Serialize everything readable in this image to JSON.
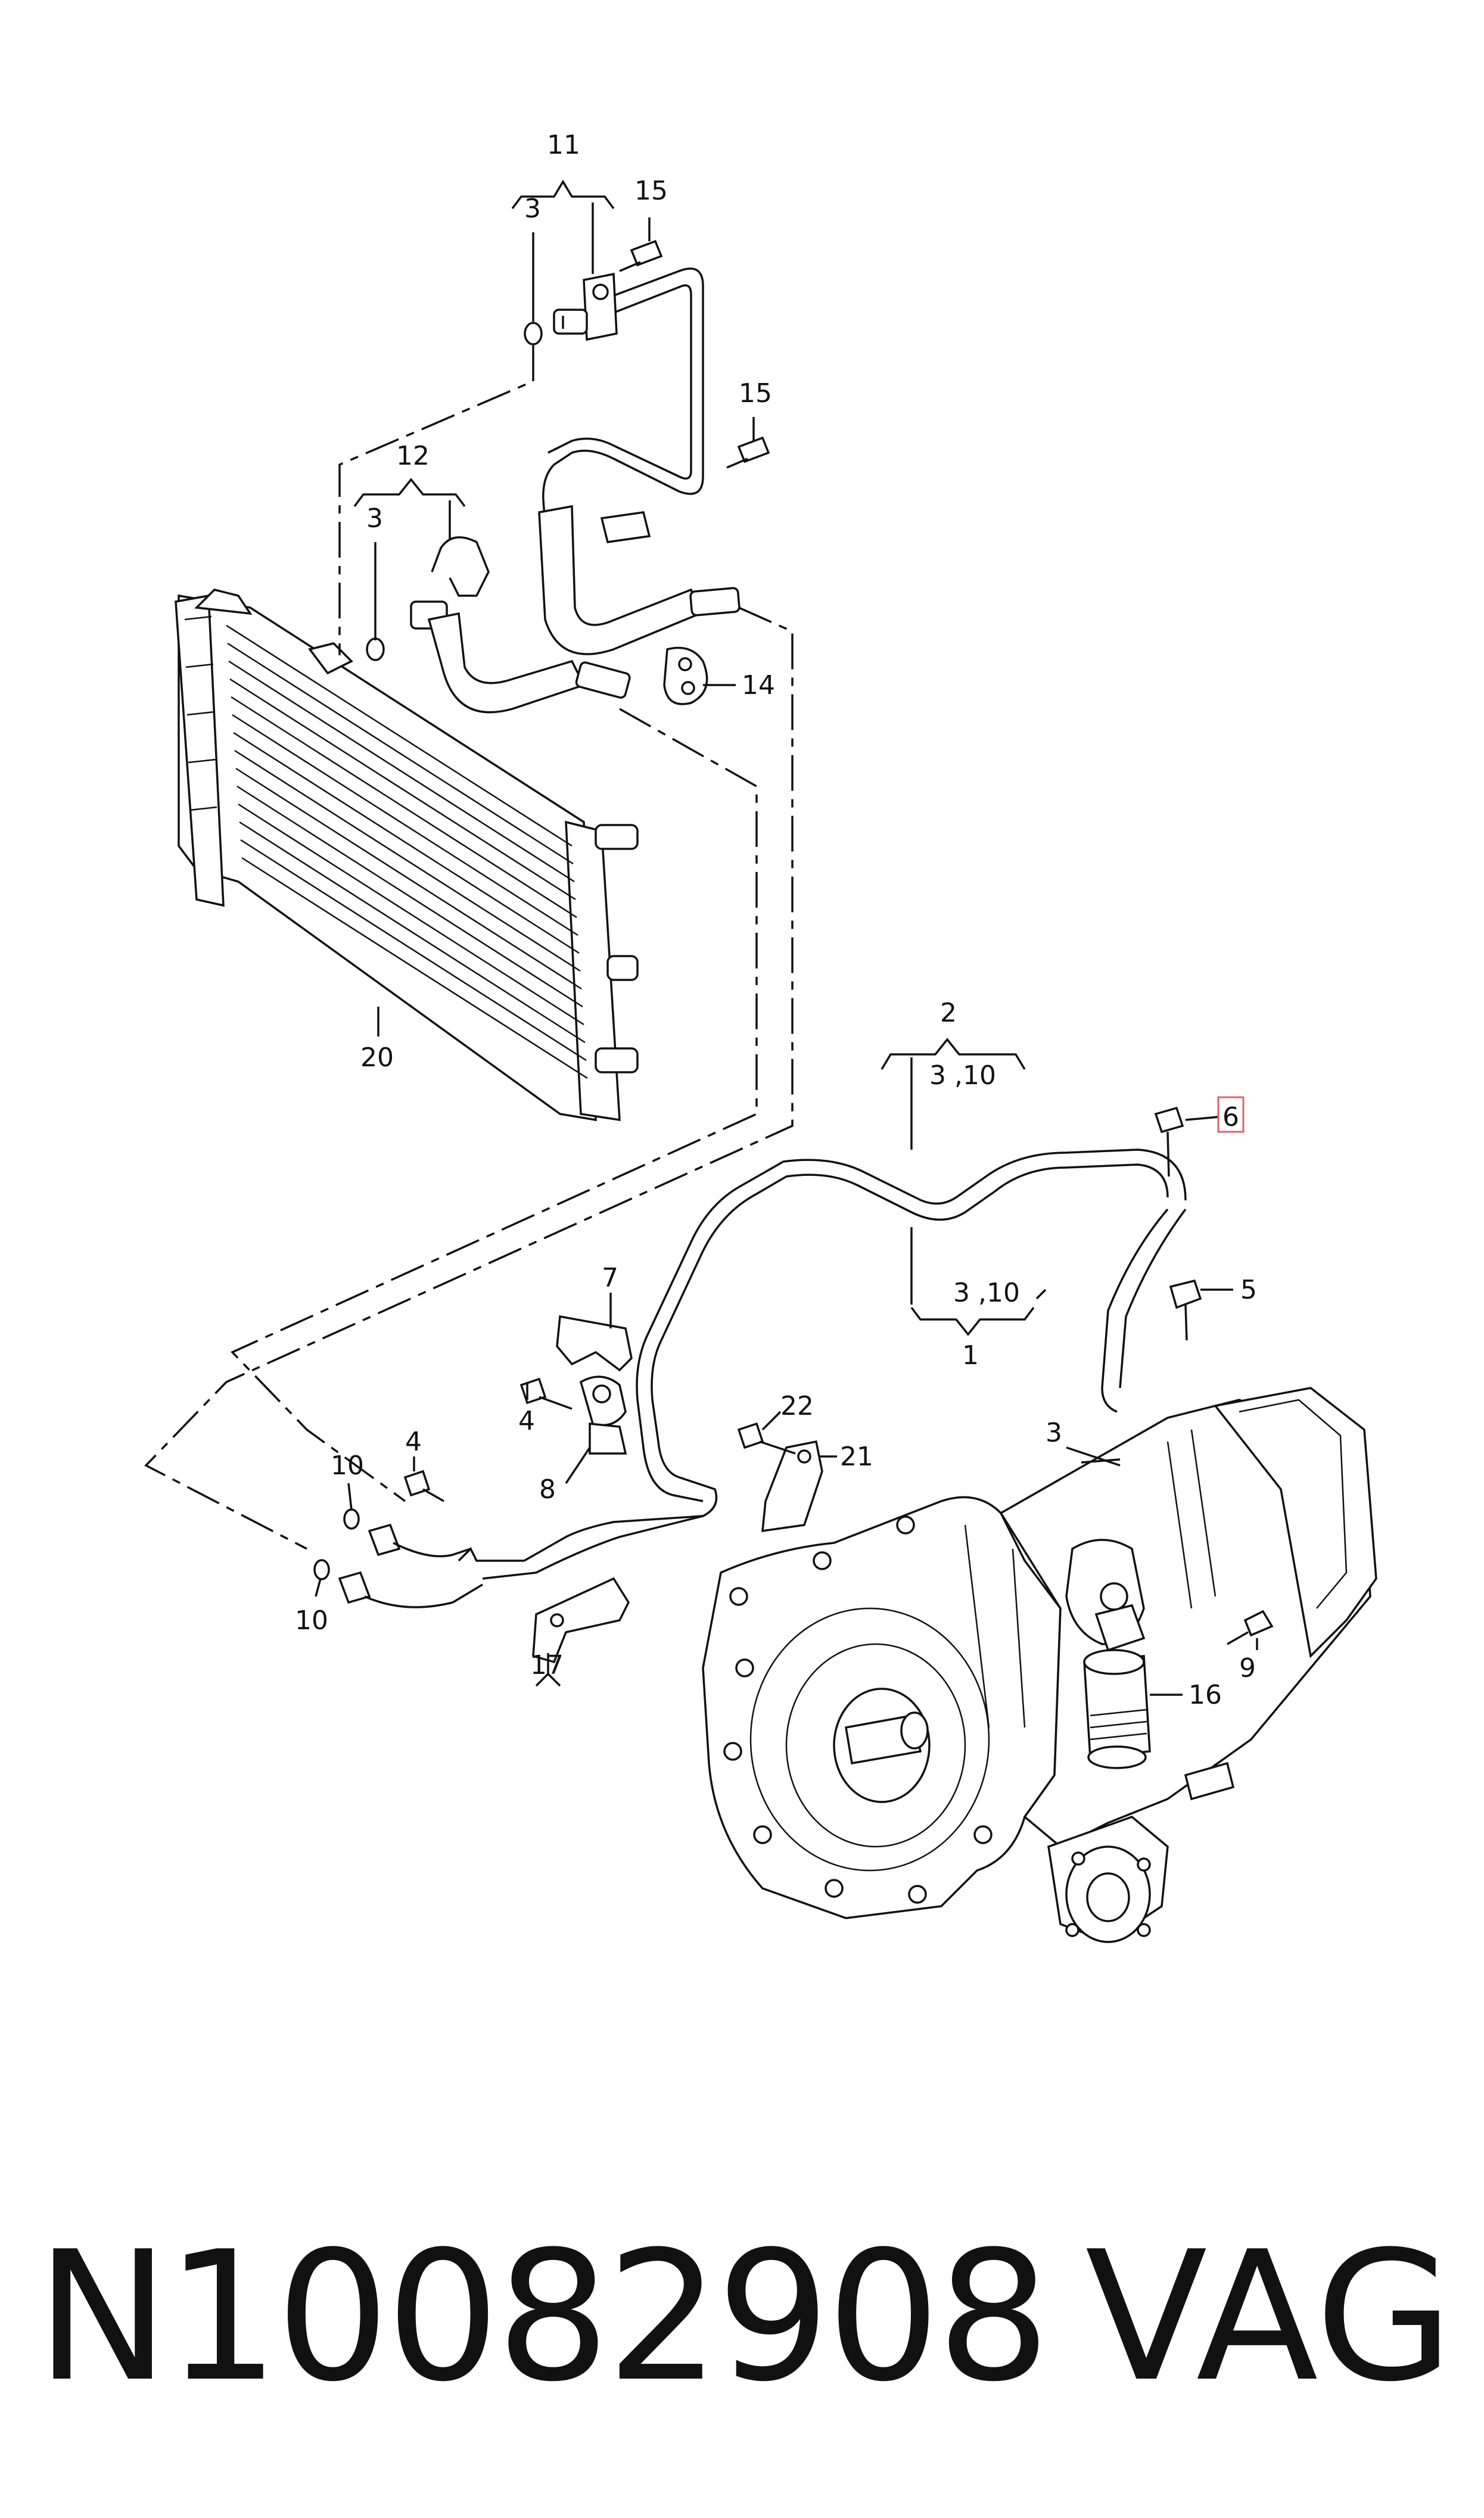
{
  "labels": {
    "l11": "11",
    "l3a": "3",
    "l15a": "15",
    "l15b": "15",
    "l12": "12",
    "l3b": "3",
    "l14": "14",
    "l20": "20",
    "l2": "2",
    "l310a": "3 ,10",
    "l6": "6",
    "l310b": "3 ,10",
    "l1": "1",
    "l5": "5",
    "l7": "7",
    "l4a": "4",
    "l4b": "4",
    "l8": "8",
    "l22": "22",
    "l21": "21",
    "l3c": "3",
    "l10a": "10",
    "l10b": "10",
    "l17": "17",
    "l9": "9",
    "l16": "16"
  },
  "footer": {
    "part_number": "N10082908",
    "brand": "VAG"
  },
  "colors": {
    "line": "#111111",
    "highlight_box": "#e06070"
  }
}
